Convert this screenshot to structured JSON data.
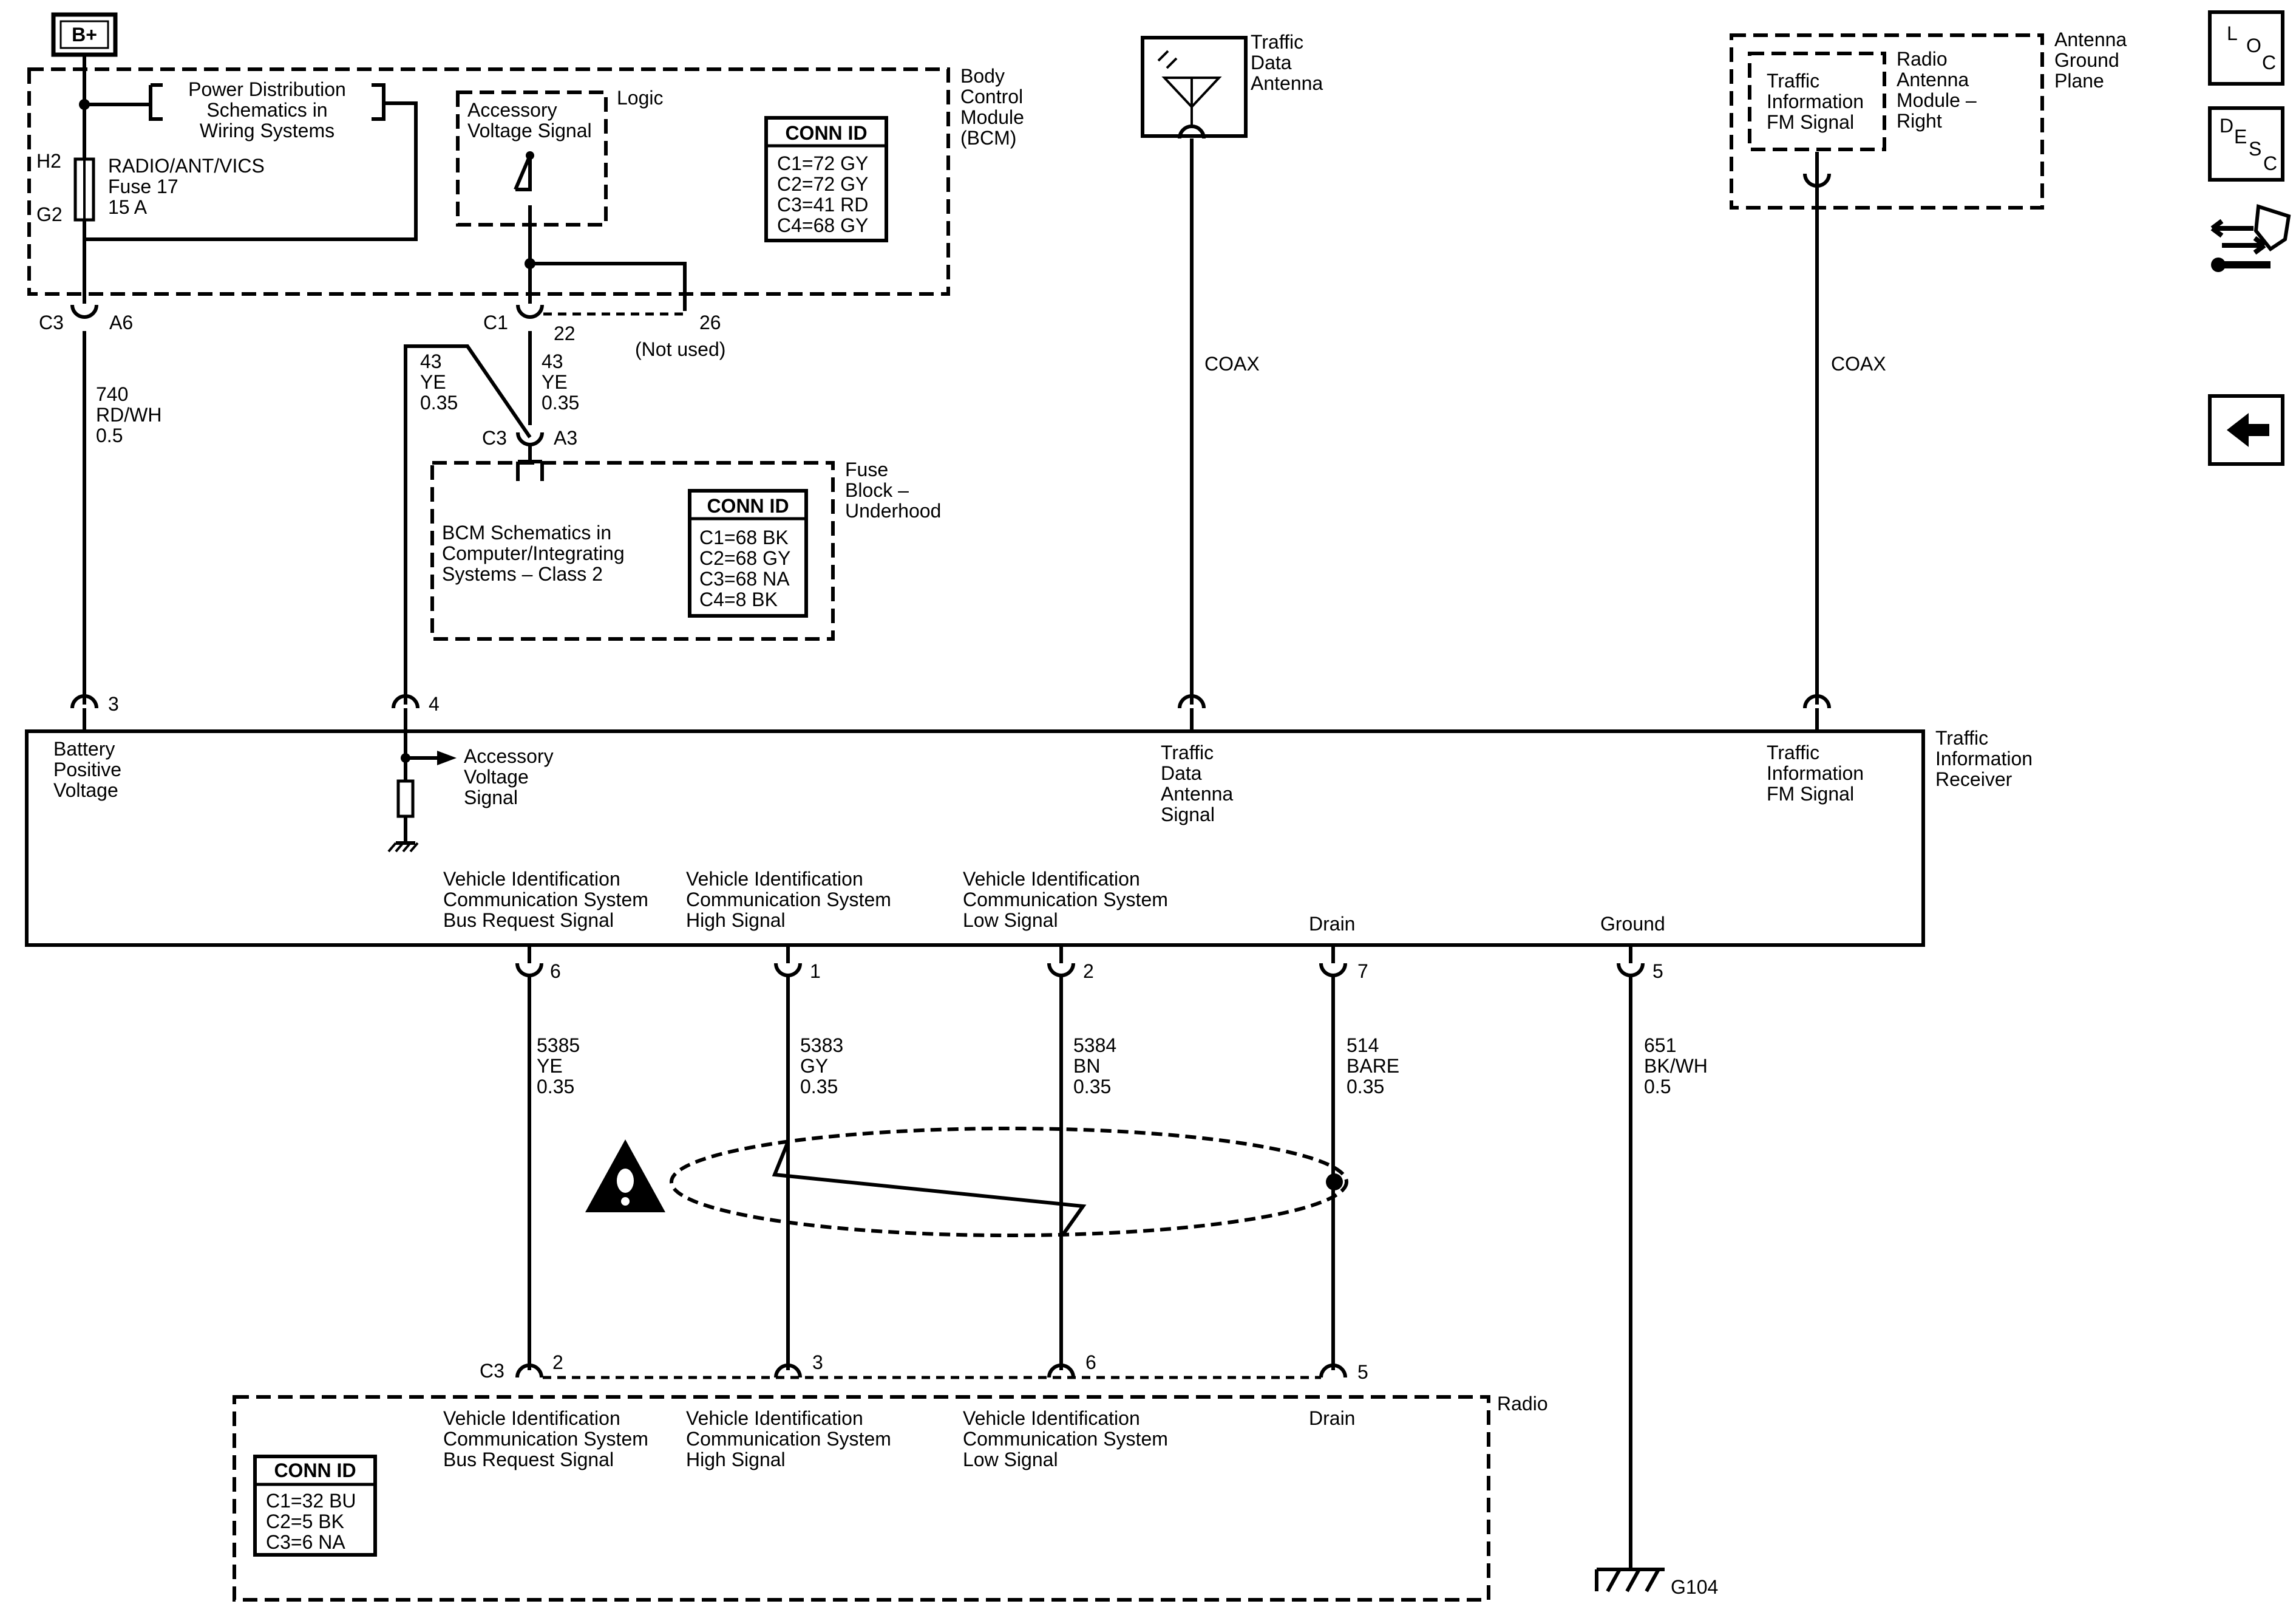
{
  "power": {
    "source": "B+",
    "fuse_label": "RADIO/ANT/VICS",
    "fuse_name": "Fuse 17",
    "fuse_amps": "15 A",
    "pin_top": "H2",
    "pin_bottom": "G2"
  },
  "bcm": {
    "title": [
      "Body",
      "Control",
      "Module",
      "(BCM)"
    ],
    "power_ref": [
      "Power Distribution",
      "Schematics in",
      "Wiring Systems"
    ],
    "logic": "Logic",
    "accessory": [
      "Accessory",
      "Voltage Signal"
    ],
    "conn_id_title": "CONN ID",
    "conn_ids": [
      "C1=72 GY",
      "C2=72 GY",
      "C3=41 RD",
      "C4=68 GY"
    ]
  },
  "connectors": {
    "c3_a6_conn": "C3",
    "c3_a6_pin": "A6",
    "c1_22_conn": "C1",
    "c1_22_pin": "22",
    "pin26": "26",
    "not_used": "(Not used)",
    "c3_a3_conn": "C3",
    "c3_a3_pin": "A3"
  },
  "wires": {
    "w740": [
      "740",
      "RD/WH",
      "0.5"
    ],
    "w43a": [
      "43",
      "YE",
      "0.35"
    ],
    "w43b": [
      "43",
      "YE",
      "0.35"
    ],
    "coax_left": "COAX",
    "coax_right": "COAX",
    "w5385": [
      "5385",
      "YE",
      "0.35"
    ],
    "w5383": [
      "5383",
      "GY",
      "0.35"
    ],
    "w5384": [
      "5384",
      "BN",
      "0.35"
    ],
    "w514": [
      "514",
      "BARE",
      "0.35"
    ],
    "w651": [
      "651",
      "BK/WH",
      "0.5"
    ]
  },
  "fuse_block": {
    "title": [
      "Fuse",
      "Block –",
      "Underhood"
    ],
    "ref": [
      "BCM Schematics in",
      "Computer/Integrating",
      "Systems – Class 2"
    ],
    "conn_id_title": "CONN ID",
    "conn_ids": [
      "C1=68 BK",
      "C2=68 GY",
      "C3=68 NA",
      "C4=8 BK"
    ]
  },
  "traffic_antenna": {
    "title": [
      "Traffic",
      "Data",
      "Antenna"
    ]
  },
  "radio_antenna": {
    "title": [
      "Antenna",
      "Ground",
      "Plane"
    ],
    "module": [
      "Radio",
      "Antenna",
      "Module –",
      "Right"
    ],
    "signal": [
      "Traffic",
      "Information",
      "FM Signal"
    ]
  },
  "receiver": {
    "title": [
      "Traffic",
      "Information",
      "Receiver"
    ],
    "battery": [
      "Battery",
      "Positive",
      "Voltage"
    ],
    "accessory": [
      "Accessory",
      "Voltage",
      "Signal"
    ],
    "traffic_data": [
      "Traffic",
      "Data",
      "Antenna",
      "Signal"
    ],
    "fm_signal": [
      "Traffic",
      "Information",
      "FM Signal"
    ],
    "bus_request": [
      "Vehicle Identification",
      "Communication System",
      "Bus Request Signal"
    ],
    "high": [
      "Vehicle Identification",
      "Communication System",
      "High Signal"
    ],
    "low": [
      "Vehicle Identification",
      "Communication System",
      "Low Signal"
    ],
    "drain": "Drain",
    "ground": "Ground",
    "pins_top": [
      "3",
      "4"
    ],
    "pins_bottom": [
      "6",
      "1",
      "2",
      "7",
      "5"
    ]
  },
  "radio": {
    "title": "Radio",
    "conn": "C3",
    "pins": [
      "2",
      "3",
      "6",
      "5"
    ],
    "bus_request": [
      "Vehicle Identification",
      "Communication System",
      "Bus Request Signal"
    ],
    "high": [
      "Vehicle Identification",
      "Communication System",
      "High Signal"
    ],
    "low": [
      "Vehicle Identification",
      "Communication System",
      "Low Signal"
    ],
    "drain": "Drain",
    "conn_id_title": "CONN ID",
    "conn_ids": [
      "C1=32 BU",
      "C2=5 BK",
      "C3=6 NA"
    ]
  },
  "ground": {
    "label": "G104"
  },
  "nav": {
    "loc": [
      "L",
      "O",
      "C"
    ],
    "desc": [
      "D",
      "E",
      "S",
      "C"
    ],
    "icons": [
      "loc-icon",
      "desc-icon",
      "diagnostic-tool-icon",
      "back-arrow-icon"
    ]
  }
}
